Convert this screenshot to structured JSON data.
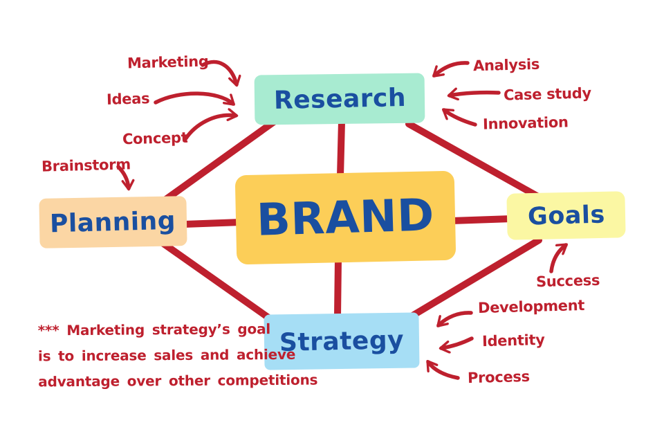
{
  "title": "Brand mind map diagram",
  "colors": {
    "line_red": "#be202e",
    "text_blue": "#1a4fa0",
    "research_fill": "#a8ebd1",
    "brand_fill": "#fcce58",
    "planning_fill": "#fbd6a4",
    "goals_fill": "#fbf7a3",
    "strategy_fill": "#a6def5",
    "background": "#ffffff"
  },
  "nodes": {
    "center": {
      "label": "BRAND"
    },
    "top": {
      "label": "Research"
    },
    "left": {
      "label": "Planning"
    },
    "right": {
      "label": "Goals"
    },
    "bottom": {
      "label": "Strategy"
    }
  },
  "annotations": {
    "research_left": [
      "Marketing",
      "Ideas",
      "Concept"
    ],
    "research_right": [
      "Analysis",
      "Case study",
      "Innovation"
    ],
    "planning": [
      "Brainstorm"
    ],
    "goals": [
      "Success"
    ],
    "strategy": [
      "Development",
      "Identity",
      "Process"
    ]
  },
  "note": {
    "lines": [
      "*** Marketing strategy’s goal",
      "is to increase sales and achieve",
      "advantage over other competitions"
    ]
  },
  "icons": {
    "arrows": [
      "curved-arrow-icon-marketing",
      "curved-arrow-icon-ideas",
      "curved-arrow-icon-concept",
      "curved-arrow-icon-analysis",
      "curved-arrow-icon-case-study",
      "curved-arrow-icon-innovation",
      "curved-arrow-icon-brainstorm",
      "curved-arrow-icon-success",
      "curved-arrow-icon-development",
      "curved-arrow-icon-identity",
      "curved-arrow-icon-process"
    ]
  }
}
